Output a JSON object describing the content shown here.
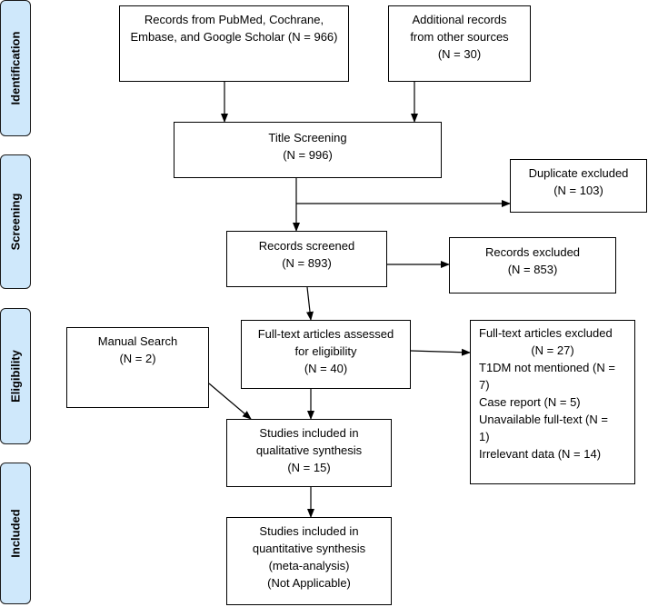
{
  "phases": {
    "identification": "Identification",
    "screening": "Screening",
    "eligibility": "Eligibility",
    "included": "Included"
  },
  "boxes": {
    "records_databases": [
      "Records from PubMed, Cochrane,",
      "Embase, and Google Scholar (N = 966)"
    ],
    "additional_records": [
      "Additional records",
      "from other sources",
      "(N = 30)"
    ],
    "title_screening": [
      "Title Screening",
      "(N = 996)"
    ],
    "duplicate_excluded": [
      "Duplicate excluded",
      "(N = 103)"
    ],
    "records_screened": [
      "Records screened",
      "(N = 893)"
    ],
    "records_excluded": [
      "Records excluded",
      "(N = 853)"
    ],
    "manual_search": [
      "Manual Search",
      "(N = 2)"
    ],
    "fulltext_assessed": [
      "Full-text articles assessed",
      "for eligibility",
      "(N = 40)"
    ],
    "fulltext_excluded": {
      "header": [
        "Full-text articles excluded",
        "(N = 27)"
      ],
      "reasons": [
        "T1DM not mentioned (N =",
        "7)",
        "Case report (N = 5)",
        "Unavailable full-text (N =",
        "1)",
        "Irrelevant data (N = 14)"
      ]
    },
    "qualitative": [
      "Studies included in",
      "qualitative synthesis",
      "(N = 15)"
    ],
    "quantitative": [
      "Studies included in",
      "quantitative synthesis",
      "(meta-analysis)",
      "(Not Applicable)"
    ]
  }
}
